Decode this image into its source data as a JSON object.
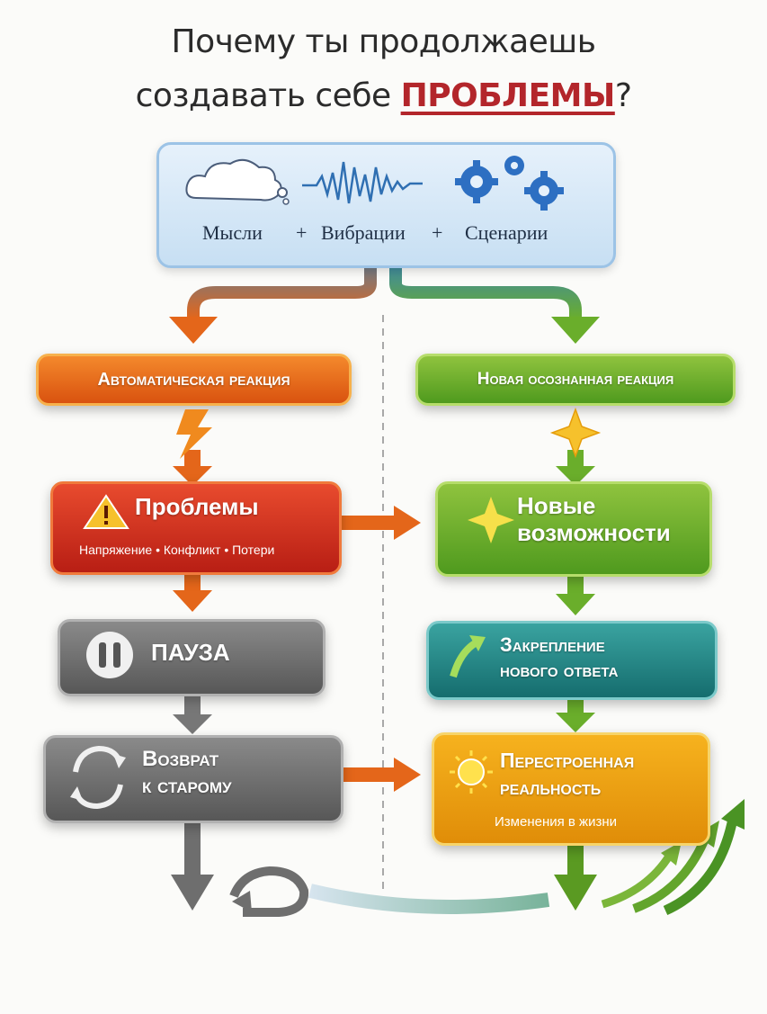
{
  "title": {
    "line1": "Почему ты продолжаешь",
    "line2_prefix": "создавать себе ",
    "line2_highlight": "ПРОБЛЕМЫ",
    "line2_suffix": "?"
  },
  "top_box": {
    "labels": [
      "Мысли",
      "Вибрации",
      "Сценарии"
    ],
    "plus": "+"
  },
  "left_column": {
    "auto_reaction": "Автоматическая реакция",
    "problems": {
      "title": "Проблемы",
      "subtitle": "Напряжение • Конфликт • Потери"
    },
    "pause": "ПАУЗА",
    "return_old": {
      "line1": "Возврат",
      "line2": "к старому"
    }
  },
  "right_column": {
    "new_reaction": "Новая осознанная реакция",
    "new_opportunities": {
      "line1": "Новые",
      "line2": "возможности"
    },
    "fixation": {
      "line1": "Закрепление",
      "line2": "нового ответа"
    },
    "rebuilt_reality": {
      "line1": "Перестроенная",
      "line2": "реальность",
      "subtitle": "Изменения в жизни"
    }
  },
  "colors": {
    "orange": "#e4661a",
    "green": "#6aae2b",
    "red": "#c92a1a",
    "grey": "#6b6b6b",
    "teal": "#20807f",
    "gold": "#eea010",
    "title_highlight": "#b3262b"
  },
  "icons": [
    "cloud-icon",
    "wave-icon",
    "gears-icon",
    "lightning-icon",
    "sparkle-icon",
    "warning-icon",
    "pause-icon",
    "cycle-icon",
    "arrow-up-icon",
    "sun-icon",
    "growth-arrows-icon"
  ]
}
